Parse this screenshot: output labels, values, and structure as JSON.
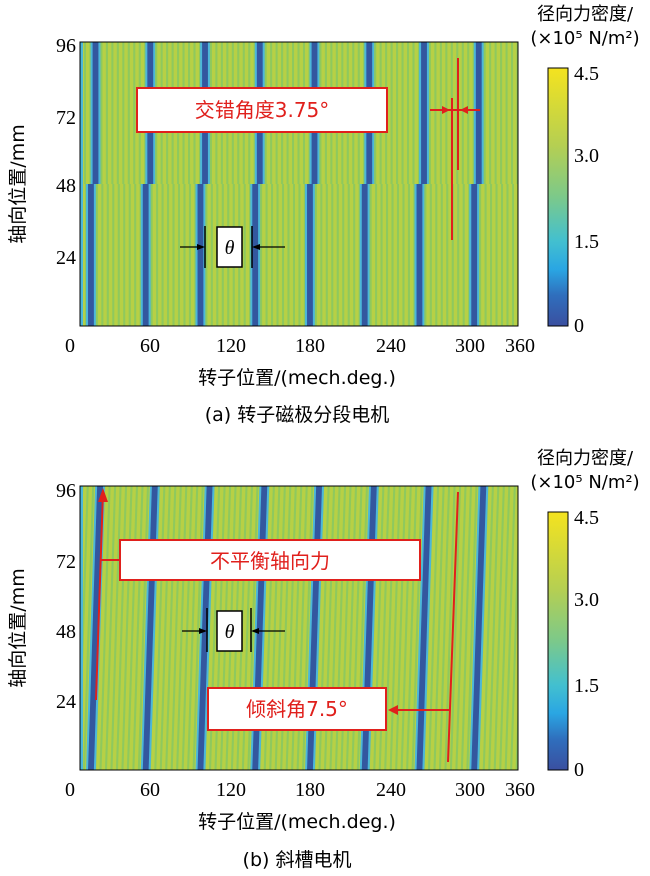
{
  "chart_data": [
    {
      "type": "heatmap",
      "panel": "a",
      "caption": "(a) 转子磁极分段电机",
      "xlabel": "转子位置/(mech.deg.)",
      "ylabel": "轴向位置/mm",
      "x_ticks": [
        "0",
        "60",
        "120",
        "180",
        "240",
        "300",
        "360"
      ],
      "y_ticks": [
        "24",
        "48",
        "72",
        "96"
      ],
      "xlim": [
        0,
        360
      ],
      "ylim": [
        0,
        96
      ],
      "colorbar": {
        "title_line1": "径向力密度/",
        "title_line2": "(×10⁵ N/m²)",
        "ticks": [
          "0",
          "1.5",
          "3.0",
          "4.5"
        ],
        "range": [
          0,
          4.5
        ]
      },
      "dark_band_centers_deg": [
        9,
        54,
        99,
        144,
        189,
        234,
        279,
        324
      ],
      "segment_shift_deg": 3.75,
      "segment_boundary_mm": 48,
      "annotation": "交错角度3.75°",
      "theta_symbol": "θ",
      "pattern": "segmented"
    },
    {
      "type": "heatmap",
      "panel": "b",
      "caption": "(b) 斜槽电机",
      "xlabel": "转子位置/(mech.deg.)",
      "ylabel": "轴向位置/mm",
      "x_ticks": [
        "0",
        "60",
        "120",
        "180",
        "240",
        "300",
        "360"
      ],
      "y_ticks": [
        "24",
        "48",
        "72",
        "96"
      ],
      "xlim": [
        0,
        360
      ],
      "ylim": [
        0,
        96
      ],
      "colorbar": {
        "title_line1": "径向力密度/",
        "title_line2": "(×10⁵ N/m²)",
        "ticks": [
          "0",
          "1.5",
          "3.0",
          "4.5"
        ],
        "range": [
          0,
          4.5
        ]
      },
      "dark_band_centers_deg": [
        9,
        54,
        99,
        144,
        189,
        234,
        279,
        324
      ],
      "skew_angle_deg": 7.5,
      "annotation_force": "不平衡轴向力",
      "annotation_skew": "倾斜角7.5°",
      "theta_symbol": "θ",
      "pattern": "skewed"
    }
  ],
  "colors": {
    "dark_blue": "#33579f",
    "yellow_green": "#b7d045",
    "light_green": "#8ec95e",
    "cyan": "#4cb7d9",
    "annotation_red": "#e0201c"
  }
}
